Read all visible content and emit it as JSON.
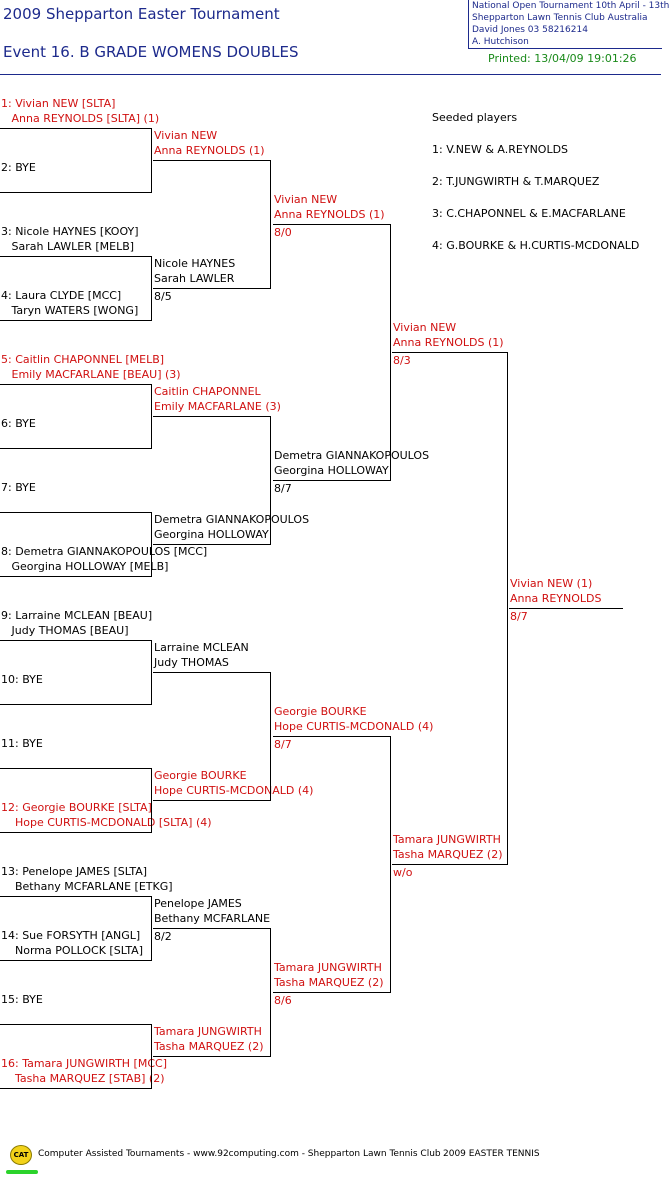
{
  "header": {
    "title": "2009 Shepparton Easter Tournament",
    "event": "Event 16. B GRADE WOMENS DOUBLES",
    "info_lines": [
      "National Open Tournament   10th April - 13th",
      "Shepparton Lawn Tennis Club    Australia",
      "David Jones    03 58216214",
      "A. Hutchison"
    ],
    "printed": "Printed: 13/04/09 19:01:26"
  },
  "seeded": {
    "heading": "Seeded players",
    "list": [
      "1: V.NEW & A.REYNOLDS",
      "2: T.JUNGWIRTH & T.MARQUEZ",
      "3: C.CHAPONNEL & E.MACFARLANE",
      "4: G.BOURKE & H.CURTIS-MCDONALD"
    ]
  },
  "draw": [
    {
      "l1": "1: Vivian NEW [SLTA]",
      "l2": "   Anna REYNOLDS [SLTA] (1)",
      "seed": true
    },
    {
      "l1": "2: BYE",
      "l2": "",
      "seed": false
    },
    {
      "l1": "3: Nicole HAYNES [KOOY]",
      "l2": "   Sarah LAWLER [MELB]",
      "seed": false
    },
    {
      "l1": "4: Laura CLYDE [MCC]",
      "l2": "   Taryn WATERS [WONG]",
      "seed": false
    },
    {
      "l1": "5: Caitlin CHAPONNEL [MELB]",
      "l2": "   Emily MACFARLANE [BEAU] (3)",
      "seed": true
    },
    {
      "l1": "6: BYE",
      "l2": "",
      "seed": false
    },
    {
      "l1": "7: BYE",
      "l2": "",
      "seed": false
    },
    {
      "l1": "8: Demetra GIANNAKOPOULOS [MCC]",
      "l2": "   Georgina HOLLOWAY [MELB]",
      "seed": false
    },
    {
      "l1": "9: Larraine MCLEAN [BEAU]",
      "l2": "   Judy THOMAS [BEAU]",
      "seed": false
    },
    {
      "l1": "10: BYE",
      "l2": "",
      "seed": false
    },
    {
      "l1": "11: BYE",
      "l2": "",
      "seed": false
    },
    {
      "l1": "12: Georgie BOURKE [SLTA]",
      "l2": "    Hope CURTIS-MCDONALD [SLTA] (4)",
      "seed": true
    },
    {
      "l1": "13: Penelope JAMES [SLTA]",
      "l2": "    Bethany MCFARLANE [ETKG]",
      "seed": false
    },
    {
      "l1": "14: Sue FORSYTH [ANGL]",
      "l2": "    Norma POLLOCK [SLTA]",
      "seed": false
    },
    {
      "l1": "15: BYE",
      "l2": "",
      "seed": false
    },
    {
      "l1": "16: Tamara JUNGWIRTH [MCC]",
      "l2": "    Tasha MARQUEZ [STAB] (2)",
      "seed": true
    }
  ],
  "round2": [
    {
      "l1": "Vivian NEW",
      "l2": "Anna REYNOLDS (1)",
      "score": "",
      "seed": true
    },
    {
      "l1": "Nicole HAYNES",
      "l2": "Sarah LAWLER",
      "score": "8/5",
      "seed": false
    },
    {
      "l1": "Caitlin CHAPONNEL",
      "l2": "Emily MACFARLANE (3)",
      "score": "",
      "seed": true
    },
    {
      "l1": "Demetra GIANNAKOPOULOS",
      "l2": "Georgina HOLLOWAY",
      "score": "",
      "seed": false
    },
    {
      "l1": "Larraine MCLEAN",
      "l2": "Judy THOMAS",
      "score": "",
      "seed": false
    },
    {
      "l1": "Georgie BOURKE",
      "l2": "Hope CURTIS-MCDONALD (4)",
      "score": "",
      "seed": true
    },
    {
      "l1": "Penelope JAMES",
      "l2": "Bethany MCFARLANE",
      "score": "8/2",
      "seed": false
    },
    {
      "l1": "Tamara JUNGWIRTH",
      "l2": "Tasha MARQUEZ (2)",
      "score": "",
      "seed": true
    }
  ],
  "quarterfinals": [
    {
      "l1": "Vivian NEW",
      "l2": "Anna REYNOLDS (1)",
      "score": "8/0",
      "seed": true
    },
    {
      "l1": "Demetra GIANNAKOPOULOS",
      "l2": "Georgina HOLLOWAY",
      "score": "8/7",
      "seed": false
    },
    {
      "l1": "Georgie BOURKE",
      "l2": "Hope CURTIS-MCDONALD (4)",
      "score": "8/7",
      "seed": true
    },
    {
      "l1": "Tamara JUNGWIRTH",
      "l2": "Tasha MARQUEZ (2)",
      "score": "8/6",
      "seed": true
    }
  ],
  "semifinals": [
    {
      "l1": "Vivian NEW",
      "l2": "Anna REYNOLDS (1)",
      "score": "8/3",
      "seed": true
    },
    {
      "l1": "Tamara JUNGWIRTH",
      "l2": "Tasha MARQUEZ (2)",
      "score": "w/o",
      "seed": true
    }
  ],
  "final": {
    "l1": "Vivian NEW (1)",
    "l2": "Anna REYNOLDS",
    "score": "8/7",
    "seed": true
  },
  "footer": {
    "logo_text": "CAT",
    "left": "Computer Assisted Tournaments - www.92computing.com -   Shepparton Lawn Tennis Club",
    "right": "2009 EASTER TENNIS"
  }
}
